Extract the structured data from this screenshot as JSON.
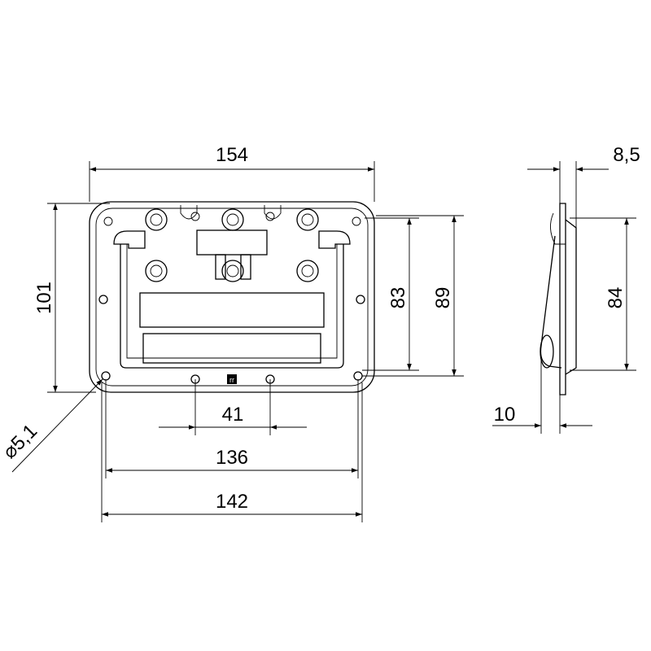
{
  "drawing": {
    "front_view": {
      "width_overall": "154",
      "height_overall": "101",
      "height_holes_inner": "83",
      "height_holes_outer": "89",
      "hole_spacing_center": "41",
      "hole_spacing_inner": "136",
      "hole_spacing_outer": "142",
      "hole_diameter": "⌀5,1",
      "logo_text": "rr"
    },
    "side_view": {
      "depth_top": "8,5",
      "height": "84",
      "depth_bottom": "10"
    }
  },
  "colors": {
    "line": "#000000",
    "background": "#ffffff"
  }
}
